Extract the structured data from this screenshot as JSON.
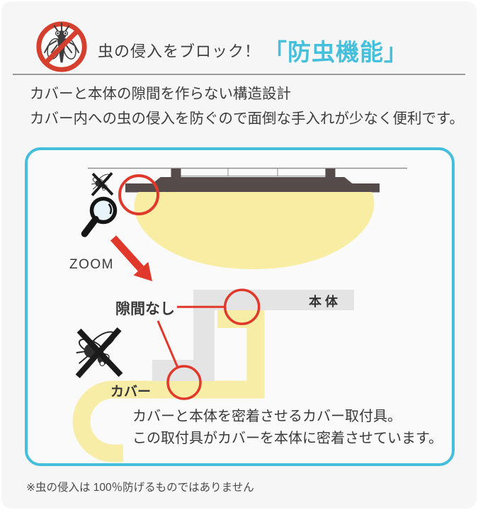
{
  "header": {
    "icon": "no-insect-icon",
    "title_plain": "虫の侵入をブロック！",
    "title_accent": "「防虫機能」",
    "accent_color": "#45c0dc"
  },
  "description": {
    "line1": "カバーと本体の隙間を作らない構造設計",
    "line2": "カバー内への虫の侵入を防ぐので面倒な手入れが少なく便利です。"
  },
  "diagram": {
    "zoom_label": "ZOOM",
    "no_gap_label": "隙間なし",
    "body_label": "本体",
    "cover_label": "カバー",
    "caption_line1": "カバーと本体を密着させるカバー取付具。",
    "caption_line2": "この取付具がカバーを本体に密着させています。",
    "colors": {
      "box_border": "#45bedb",
      "fixture_dark": "#564b4b",
      "light_glow": "#f8eda2",
      "cover_yellow": "#f8eda6",
      "body_gray": "#e4e4e4",
      "highlight_red": "#e0392c"
    }
  },
  "footer": {
    "note": "※虫の侵入は 100％防げるものではありません"
  }
}
